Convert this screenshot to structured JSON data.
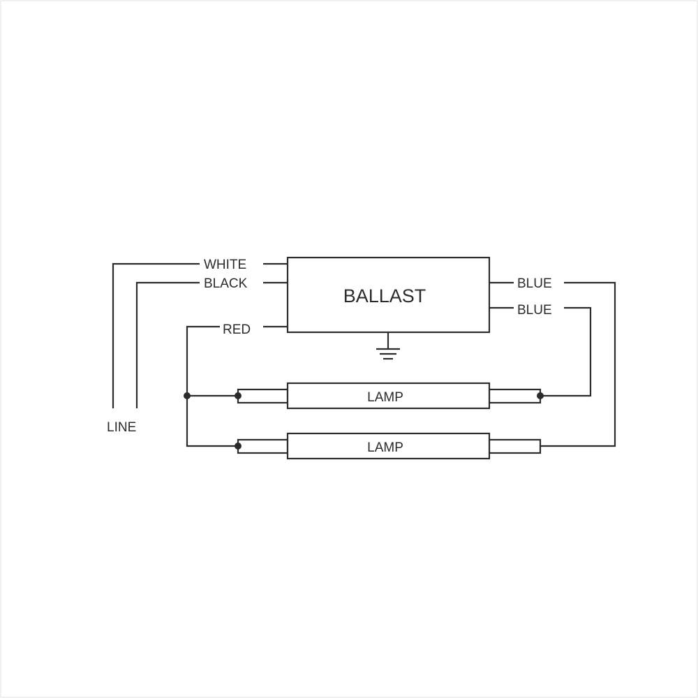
{
  "ballast": {
    "label": "BALLAST"
  },
  "leads": {
    "white": "WHITE",
    "black": "BLACK",
    "red": "RED",
    "blue_1": "BLUE",
    "blue_2": "BLUE"
  },
  "line": {
    "label": "LINE"
  },
  "lamps": [
    {
      "label": "LAMP"
    },
    {
      "label": "LAMP"
    }
  ],
  "colors": {
    "stroke": "#2b2b2b",
    "background": "#ffffff"
  }
}
